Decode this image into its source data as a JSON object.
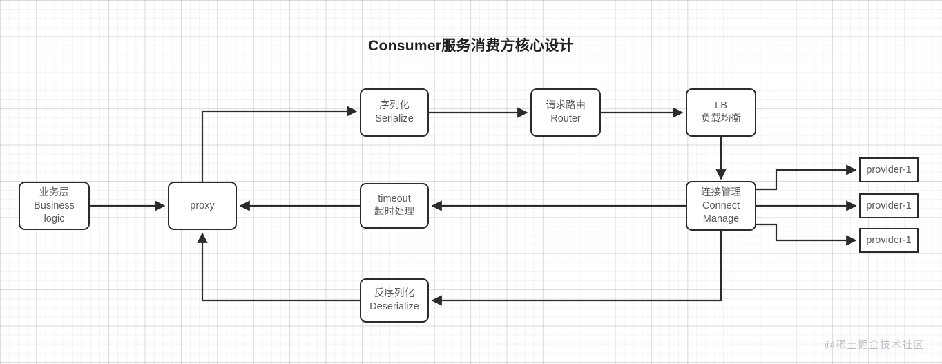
{
  "diagram": {
    "title": "Consumer服务消费方核心设计",
    "watermark": "@稀土掘金技术社区",
    "colors": {
      "stroke": "#2b2b2b",
      "node_fill": "#ffffff",
      "node_text": "#5a5a5a",
      "title_text": "#1f1f1f",
      "grid_minor": "#f0f0f0",
      "grid_major": "#e3e3e3",
      "watermark": "#b9bec6"
    },
    "nodes": [
      {
        "id": "business",
        "label": "业务层\nBusiness\nlogic",
        "shape": "rounded-rect"
      },
      {
        "id": "proxy",
        "label": "proxy",
        "shape": "rounded-rect"
      },
      {
        "id": "serialize",
        "label": "序列化\nSerialize",
        "shape": "rounded-rect"
      },
      {
        "id": "router",
        "label": "请求路由\nRouter",
        "shape": "rounded-rect"
      },
      {
        "id": "lb",
        "label": "LB\n负载均衡",
        "shape": "rounded-rect"
      },
      {
        "id": "connect",
        "label": "连接管理\nConnect\nManage",
        "shape": "rounded-rect"
      },
      {
        "id": "timeout",
        "label": "timeout\n超时处理",
        "shape": "rounded-rect"
      },
      {
        "id": "deserialize",
        "label": "反序列化\nDeserialize",
        "shape": "rounded-rect"
      },
      {
        "id": "provider1",
        "label": "provider-1",
        "shape": "rect"
      },
      {
        "id": "provider2",
        "label": "provider-1",
        "shape": "rect"
      },
      {
        "id": "provider3",
        "label": "provider-1",
        "shape": "rect"
      }
    ],
    "edges": [
      {
        "from": "business",
        "to": "proxy",
        "style": "straight"
      },
      {
        "from": "proxy",
        "to": "serialize",
        "style": "elbow-up-right"
      },
      {
        "from": "serialize",
        "to": "router",
        "style": "straight"
      },
      {
        "from": "router",
        "to": "lb",
        "style": "straight"
      },
      {
        "from": "lb",
        "to": "connect",
        "style": "straight-down"
      },
      {
        "from": "connect",
        "to": "provider1",
        "style": "elbow-up-right"
      },
      {
        "from": "connect",
        "to": "provider2",
        "style": "straight"
      },
      {
        "from": "connect",
        "to": "provider3",
        "style": "elbow-down-right"
      },
      {
        "from": "connect",
        "to": "timeout",
        "style": "straight-left"
      },
      {
        "from": "timeout",
        "to": "proxy",
        "style": "straight-left"
      },
      {
        "from": "connect",
        "to": "deserialize",
        "style": "elbow-down-left"
      },
      {
        "from": "deserialize",
        "to": "proxy",
        "style": "elbow-left-up"
      }
    ]
  }
}
